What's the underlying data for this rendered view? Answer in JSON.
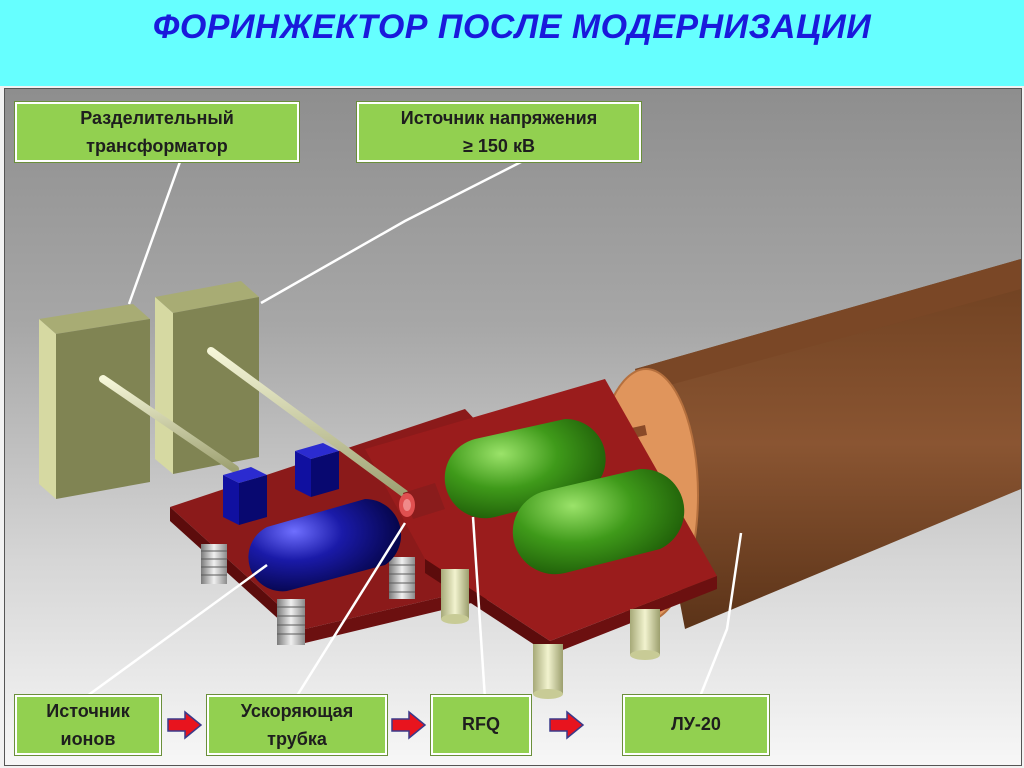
{
  "title": "ФОРИНЖЕКТОР ПОСЛЕ МОДЕРНИЗАЦИИ",
  "labels": {
    "transformer": "Разделительный\nтрансформатор",
    "voltage_source": "Источник  напряжения\n≥ 150 кВ",
    "ion_source": "Источник\nионов",
    "accel_tube": "Ускоряющая\nтрубка",
    "rfq": "RFQ",
    "lu20": "ЛУ-20"
  },
  "colors": {
    "header_bg": "#66ffff",
    "title": "#1a1adb",
    "label_bg": "#92d050",
    "arrow": "#e8141e"
  }
}
